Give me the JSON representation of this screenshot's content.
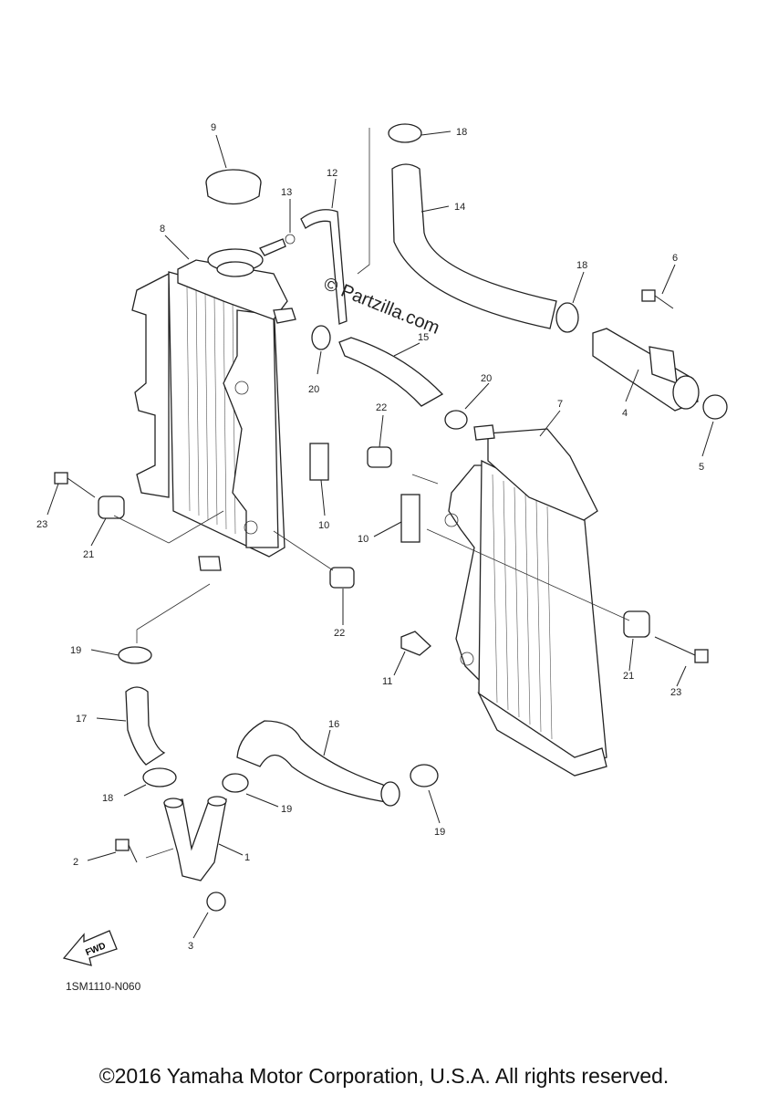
{
  "watermark": "© Partzilla.com",
  "drawing_code": "1SM1110-N060",
  "fwd_label": "FWD",
  "copyright": "©2016 Yamaha Motor Corporation, U.S.A. All rights reserved.",
  "callouts": {
    "c9": "9",
    "c8": "8",
    "c13": "13",
    "c12": "12",
    "c18a": "18",
    "c14": "14",
    "c18b": "18",
    "c6": "6",
    "c15": "15",
    "c20a": "20",
    "c20b": "20",
    "c4": "4",
    "c5": "5",
    "c22a": "22",
    "c7": "7",
    "c10a": "10",
    "c10b": "10",
    "c23a": "23",
    "c21a": "21",
    "c22b": "22",
    "c21b": "21",
    "c23b": "23",
    "c11": "11",
    "c19a": "19",
    "c17": "17",
    "c16": "16",
    "c18c": "18",
    "c19b": "19",
    "c19c": "19",
    "c2": "2",
    "c1": "1",
    "c3": "3"
  }
}
